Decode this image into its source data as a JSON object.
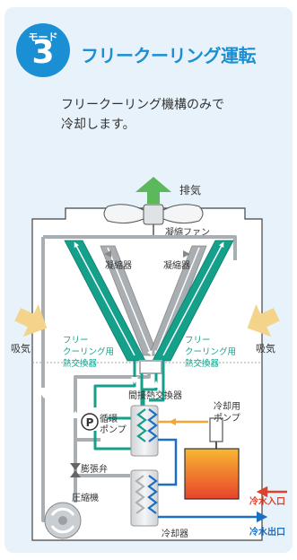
{
  "mode_label": "モード",
  "mode_number": "3",
  "title": "フリークーリング運転",
  "description_lines": [
    "フリークーリング機構のみで",
    "冷却します。"
  ],
  "labels": {
    "exhaust": "排気",
    "fan": "凝縮ファン",
    "condenser_left": "凝縮器",
    "condenser_right": "凝縮器",
    "intake_left": "吸気",
    "intake_right": "吸気",
    "fc_left": [
      "フリー",
      "クーリング用",
      "熱交換器"
    ],
    "fc_right": [
      "フリー",
      "クーリング用",
      "熱交換器"
    ],
    "indirect_hx": "間接熱交換器",
    "cooling_pump": [
      "冷却用",
      "ポンプ"
    ],
    "circ_pump": [
      "循環",
      "ポンプ"
    ],
    "pump_symbol": "P",
    "expansion_valve": "膨張弁",
    "compressor": "圧縮機",
    "chiller": "冷却器",
    "cold_water_in": "冷水入口",
    "cold_water_out": "冷水出口"
  },
  "colors": {
    "brand_blue": "#1b8fd4",
    "teal": "#14a08a",
    "condenser_gray": "#a9aeb3",
    "green_arrow": "#5bb85b",
    "intake_arrow": "#f3d48a",
    "hot_red": "#e0412b",
    "water_orange": "#f5a534"
  }
}
